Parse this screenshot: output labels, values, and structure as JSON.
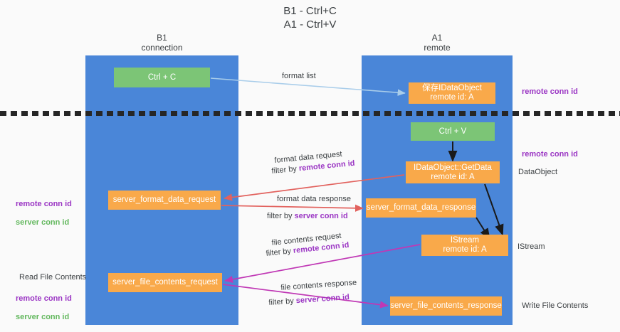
{
  "title": "B1 - Ctrl+C\nA1 - Ctrl+V",
  "lanes": [
    {
      "id": "b1",
      "header": "B1\nconnection",
      "color": "#4a86d8"
    },
    {
      "id": "a1",
      "header": "A1\nremote",
      "color": "#4a86d8"
    }
  ],
  "nodes": {
    "ctrl_c": "Ctrl + C",
    "dataobject_store": "保存IDataObject\nremote id: A",
    "ctrl_v": "Ctrl + V",
    "getdata": "IDataObject::GetData\nremote id: A",
    "server_format_data_request": "server_format_data_request",
    "server_format_data_response": "server_format_data_response",
    "istream": "IStream\nremote id: A",
    "server_file_contents_request": "server_file_contents_request",
    "server_file_contents_response": "server_file_contents_response"
  },
  "edge_labels": {
    "format_list": "format list",
    "format_data_request": "format data request",
    "format_data_request_filter_prefix": "filter by ",
    "format_data_request_filter_key": "remote conn id",
    "format_data_response": "format data response",
    "format_data_response_filter_prefix": "filter by ",
    "format_data_response_filter_key": "server conn id",
    "file_contents_request": "file contents request",
    "file_contents_request_filter_prefix": "filter by ",
    "file_contents_request_filter_key": "remote conn id",
    "file_contents_response": "file contents response",
    "file_contents_response_filter_prefix": "filter by ",
    "file_contents_response_filter_key": "server conn id"
  },
  "side_notes": {
    "remote_conn_id_top": "remote conn id",
    "remote_conn_id_mid": "remote conn id",
    "dataobject": "DataObject",
    "istream": "IStream",
    "write_file_contents": "Write File Contents",
    "read_file_contents": "Read File Contents",
    "left_remote_conn_id": "remote conn id",
    "left_server_conn_id": "server conn id",
    "left_remote_conn_id_2": "remote conn id",
    "left_server_conn_id_2": "server conn id"
  },
  "colors": {
    "lane": "#4a86d8",
    "node_green": "#7cc576",
    "node_orange": "#f9a94a",
    "accent_purple": "#9b36c4",
    "accent_green": "#63b85e",
    "arrow_blue": "#a9cdea",
    "arrow_red": "#e2625e",
    "arrow_magenta": "#c038b5",
    "arrow_black": "#1a1a1a",
    "divider": "#262626",
    "background": "#fafafa"
  }
}
